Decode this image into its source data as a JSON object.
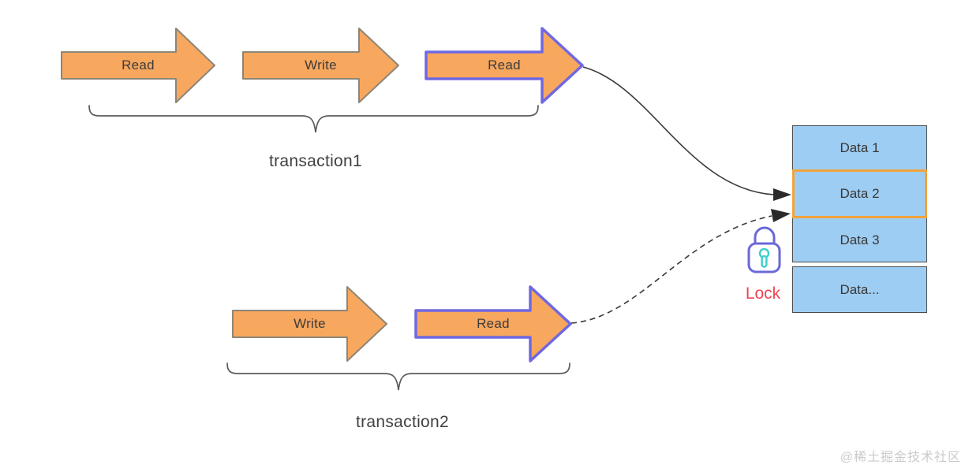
{
  "diagram": {
    "title_hint": "transaction read-write lock diagram",
    "colors": {
      "background": "#ffffff",
      "arrow_fill": "#f8a75e",
      "arrow_stroke": "#8c8678",
      "highlight_arrow_stroke": "#6f68e2",
      "data_box_fill": "#9ecdf3",
      "data_box_stroke": "#4a4a4a",
      "data_box_highlight_stroke": "#f2a33b",
      "connector": "#3a3a3a",
      "brace": "#5b5b5b",
      "lock_icon_stroke": "#6b68d8",
      "lock_keyhole": "#3ecfcb",
      "lock_label": "#ef4352",
      "text": "#3b3b3b",
      "watermark": "#cbcbcb"
    },
    "transaction1": {
      "label": "transaction1",
      "steps": [
        {
          "label": "Read",
          "highlighted": false
        },
        {
          "label": "Write",
          "highlighted": false
        },
        {
          "label": "Read",
          "highlighted": true
        }
      ]
    },
    "transaction2": {
      "label": "transaction2",
      "steps": [
        {
          "label": "Write",
          "highlighted": false
        },
        {
          "label": "Read",
          "highlighted": true
        }
      ]
    },
    "data_store": {
      "rows": [
        "Data 1",
        "Data 2",
        "Data 3",
        "Data..."
      ],
      "locked_row": "Data 2"
    },
    "connectors": [
      {
        "from": "transaction1 Read",
        "to": "Data 2",
        "style": "solid"
      },
      {
        "from": "transaction2 Read",
        "to": "Data 2",
        "style": "dashed"
      }
    ],
    "lock": {
      "label": "Lock",
      "icon": "padlock-icon"
    },
    "watermark": "@稀土掘金技术社区"
  }
}
